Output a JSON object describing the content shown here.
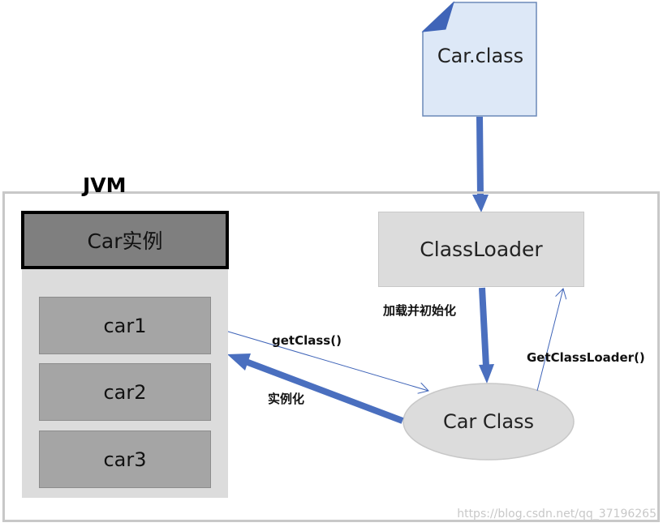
{
  "file": {
    "label": "Car.class"
  },
  "jvm": {
    "label": "JVM"
  },
  "instances": {
    "header": "Car实例",
    "items": [
      "car1",
      "car2",
      "car3"
    ]
  },
  "classloader": {
    "label": "ClassLoader"
  },
  "car_class": {
    "label": "Car Class"
  },
  "edges": {
    "load_init": "加载并初始化",
    "get_class": "getClass()",
    "instantiate": "实例化",
    "get_class_loader": "GetClassLoader()"
  },
  "watermark": "https://blog.csdn.net/qq_37196265",
  "colors": {
    "arrow_blue": "#4a6fbf",
    "thin_line": "#3f64b8",
    "file_fill": "#dde8f7",
    "file_border": "#6b89b8",
    "gray_fill": "#dcdcdc",
    "dark_gray": "#7f7f7f",
    "mid_gray": "#a5a5a5",
    "frame_gray": "#c8c8c8"
  }
}
